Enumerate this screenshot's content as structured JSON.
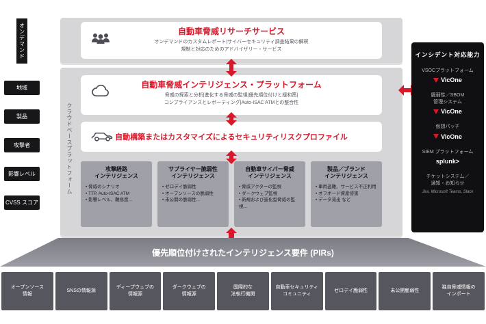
{
  "colors": {
    "accent": "#d9192b",
    "panel_gray": "#d6d6d8",
    "intel_gray": "#9fa0a8",
    "dark_box": "#56565e",
    "right_panel_bg": "#101013"
  },
  "left": {
    "on_demand": "オンデマンド",
    "cloud_platform_label": "クラウドベースプラットフォーム",
    "filters": [
      "地域",
      "製品",
      "攻撃者",
      "影響レベル",
      "CVSS スコア"
    ]
  },
  "research": {
    "title": "自動車脅威リサーチサービス",
    "desc_line1": "オンデマンドのカスタムレポート|サイバーセキュリティ調査結果の解釈",
    "desc_line2": "規制と対応のためのアドバイザリー・サービス"
  },
  "platform": {
    "title": "自動車脅威インテリジェンス・プラットフォーム",
    "desc_line1": "脅威の探索と分析|進化する脅威の監視|優先順位付けと緩和策|",
    "desc_line2": "コンプライアンスとレポーティング|Auto-ISAC ATMとの整合性"
  },
  "profile": {
    "title": "自動構築またはカスタマイズによるセキュリティリスクプロファイル"
  },
  "intel_boxes": [
    {
      "title": "攻撃経路\nインテリジェンス",
      "bullets": [
        "脅威のシナリオ",
        "TTP, Auto-ISAC ATM",
        "影響レベル、難易度..."
      ]
    },
    {
      "title": "サプライヤー脆弱性\nインテリジェンス",
      "bullets": [
        "ゼロデイ脆弱性",
        "オープンソースの脆弱性",
        "未公開の脆弱性..."
      ]
    },
    {
      "title": "自動車サイバー脅威\nインテリジェンス",
      "bullets": [
        "脅威アクターの監視",
        "ダークウェブ監視",
        "新規および進化型脅威の監視..."
      ]
    },
    {
      "title": "製品／ブランド\nインテリジェンス",
      "bullets": [
        "車両盗難、サービス不正利用",
        "オフボード資産侵害",
        "データ流出 など"
      ]
    }
  ],
  "pirs_banner": "優先順位付けされたインテリジェンス要件 (PIRs)",
  "right_panel": {
    "title": "インシデント対応能力",
    "items": [
      {
        "label": "VSOCプラットフォーム",
        "logo": "VicOne"
      },
      {
        "label": "脆弱性／SBOM\n管理システム",
        "logo": "VicOne"
      },
      {
        "label": "仮想パッチ",
        "logo": "VicOne"
      },
      {
        "label": "SIEM プラットフォーム",
        "logo": "splunk>"
      },
      {
        "label": "チケットシステム／\n通知・お知らせ",
        "logo": "Jira, Microsoft Teams, Slack"
      }
    ]
  },
  "sources": [
    "オープンソース\n情報",
    "SNSの情報源",
    "ディープウェブの\n情報源",
    "ダークウェブの\n情報源",
    "国際的な\n法執行機関",
    "自動車セキュリティ\nコミュニティ",
    "ゼロデイ脆弱性",
    "未公開脆弱性",
    "独自脅威情報の\nインポート"
  ]
}
